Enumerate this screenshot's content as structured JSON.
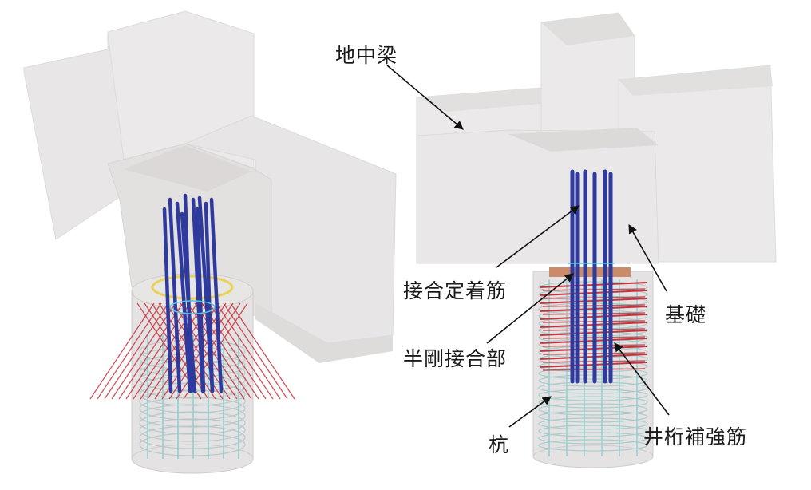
{
  "diagram": {
    "description": "3D renderings of pile-to-foundation semi-rigid joint with reinforcement",
    "views": [
      "perspective-view",
      "front-view"
    ],
    "labels": {
      "ground_beam": "地中梁",
      "joint_anchor_bar": "接合定着筋",
      "semi_rigid_joint": "半剛接合部",
      "foundation": "基礎",
      "grid_reinforcement": "井桁補強筋",
      "pile": "杭"
    },
    "colors": {
      "concrete": "#e9e7e7",
      "concrete_edge": "#d6d3d3",
      "anchor_bar": "#2e3a9e",
      "grid_bar": "#c8323c",
      "pile_hoop": "#8fcfcf",
      "joint_plate": "#c98b6a",
      "yellow_ring": "#e8d25a"
    }
  }
}
